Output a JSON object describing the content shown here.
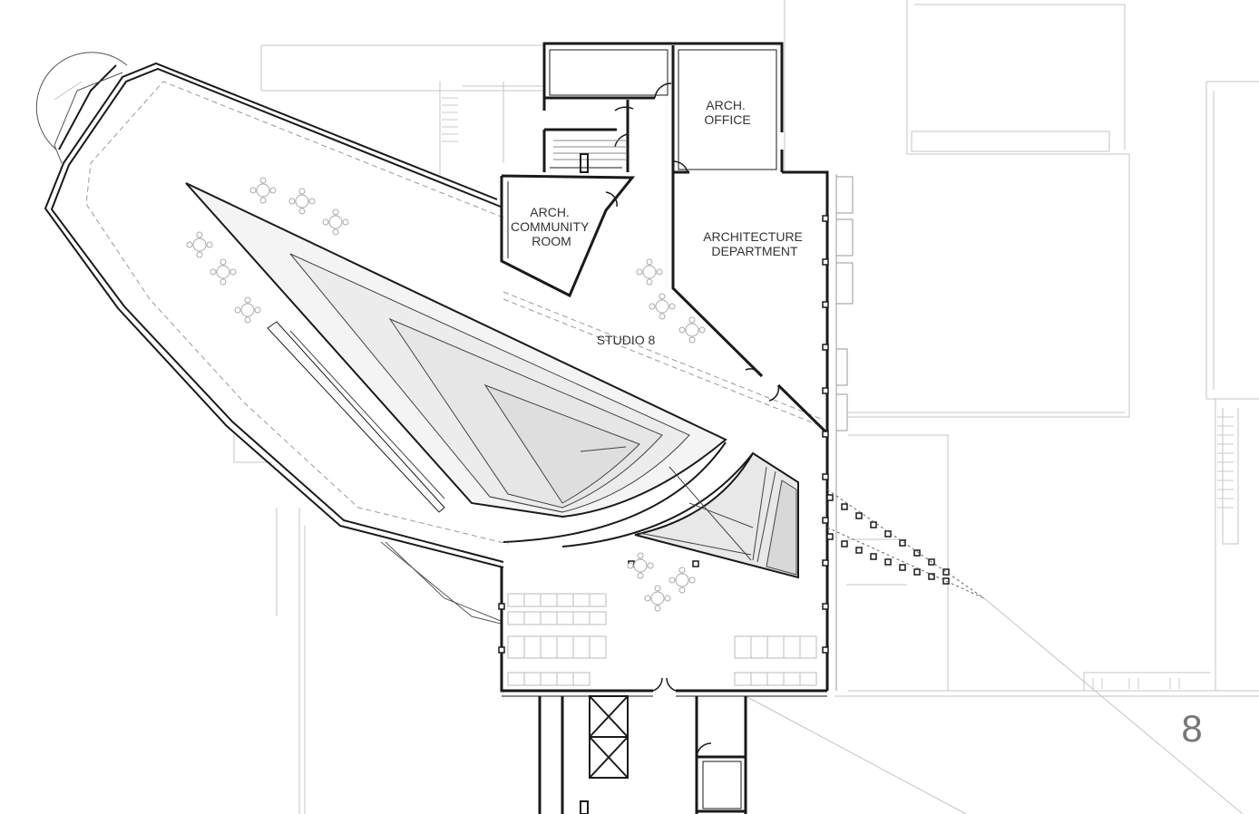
{
  "plan": {
    "rooms": {
      "arch_office": [
        "ARCH.",
        "OFFICE"
      ],
      "arch_community_room": [
        "ARCH.",
        "COMMUNITY",
        "ROOM"
      ],
      "architecture_department": [
        "ARCHITECTURE",
        "DEPARTMENT"
      ],
      "studio": "STUDIO 8"
    },
    "floor_number": "8",
    "colors": {
      "wall": "#1a1a1a",
      "context_line": "#bdbdbd",
      "ramp_fill_1": "#f3f3f3",
      "ramp_fill_2": "#e9e9e9",
      "ramp_fill_3": "#dedede",
      "floor_number": "#777777"
    }
  }
}
